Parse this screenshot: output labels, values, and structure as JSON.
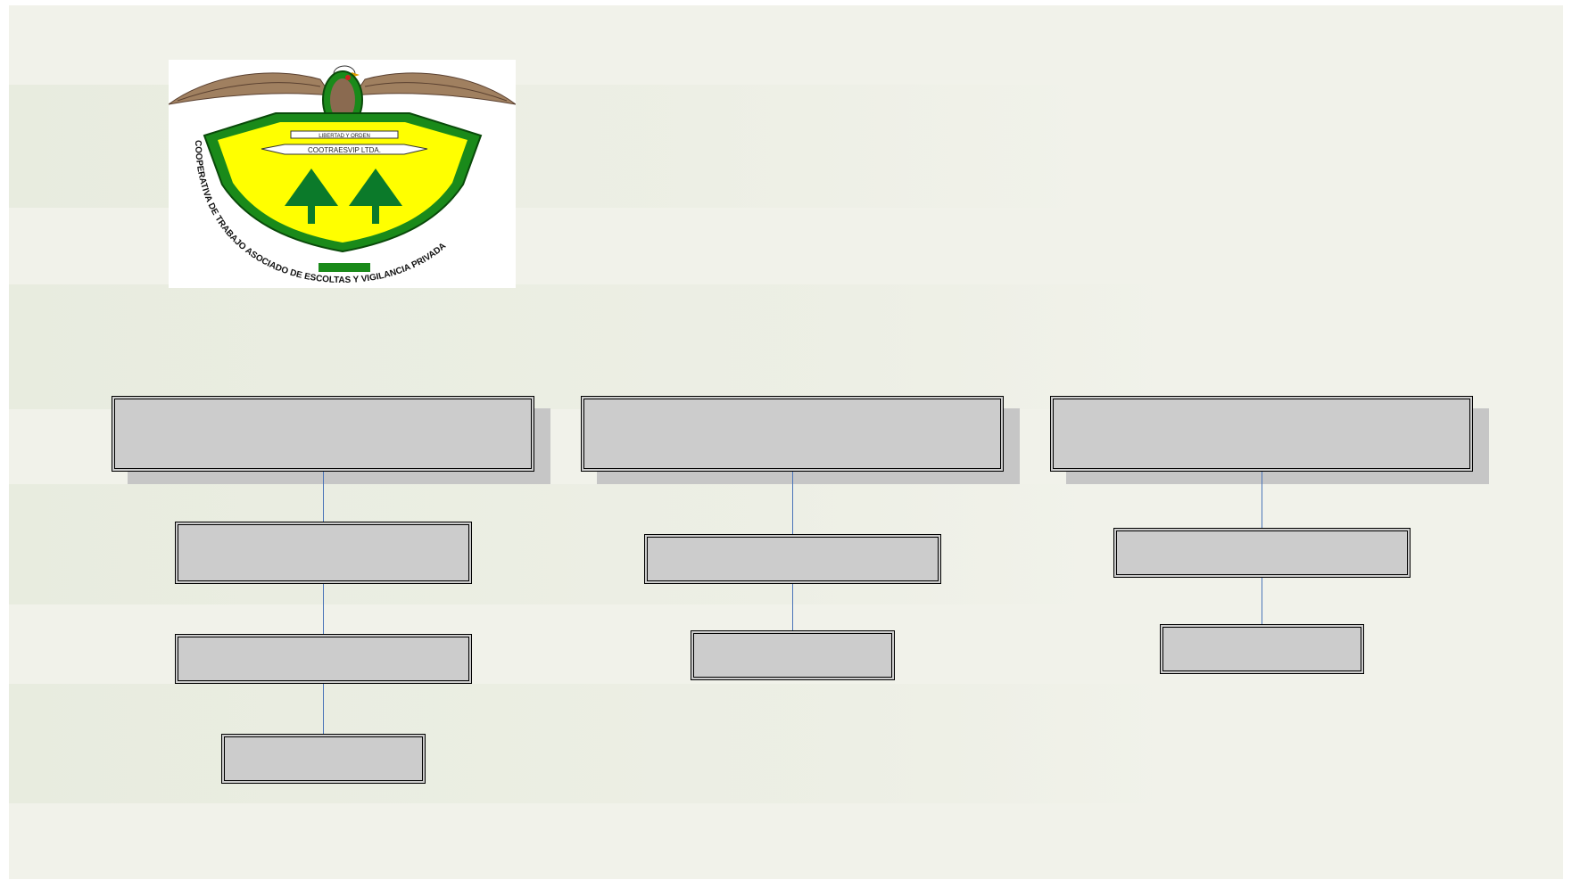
{
  "logo": {
    "motto": "LIBERTAD Y ORDEN",
    "banner": "COOTRAESVIP LTDA.",
    "arc_text": "COOPERATIVA DE TRABAJO ASOCIADO DE ESCOLTAS Y VIGILANCIA PRIVADA",
    "colors": {
      "shield": "#ffff00",
      "border": "#1a8a1a",
      "trees": "#0b7a2a",
      "eagle": "#a08060"
    }
  },
  "org_chart": {
    "columns": [
      {
        "boxes": [
          "",
          "",
          "",
          ""
        ]
      },
      {
        "boxes": [
          "",
          "",
          ""
        ]
      },
      {
        "boxes": [
          "",
          "",
          ""
        ]
      }
    ],
    "colors": {
      "box_fill": "#cccccc",
      "connector": "#4a74b8"
    }
  }
}
